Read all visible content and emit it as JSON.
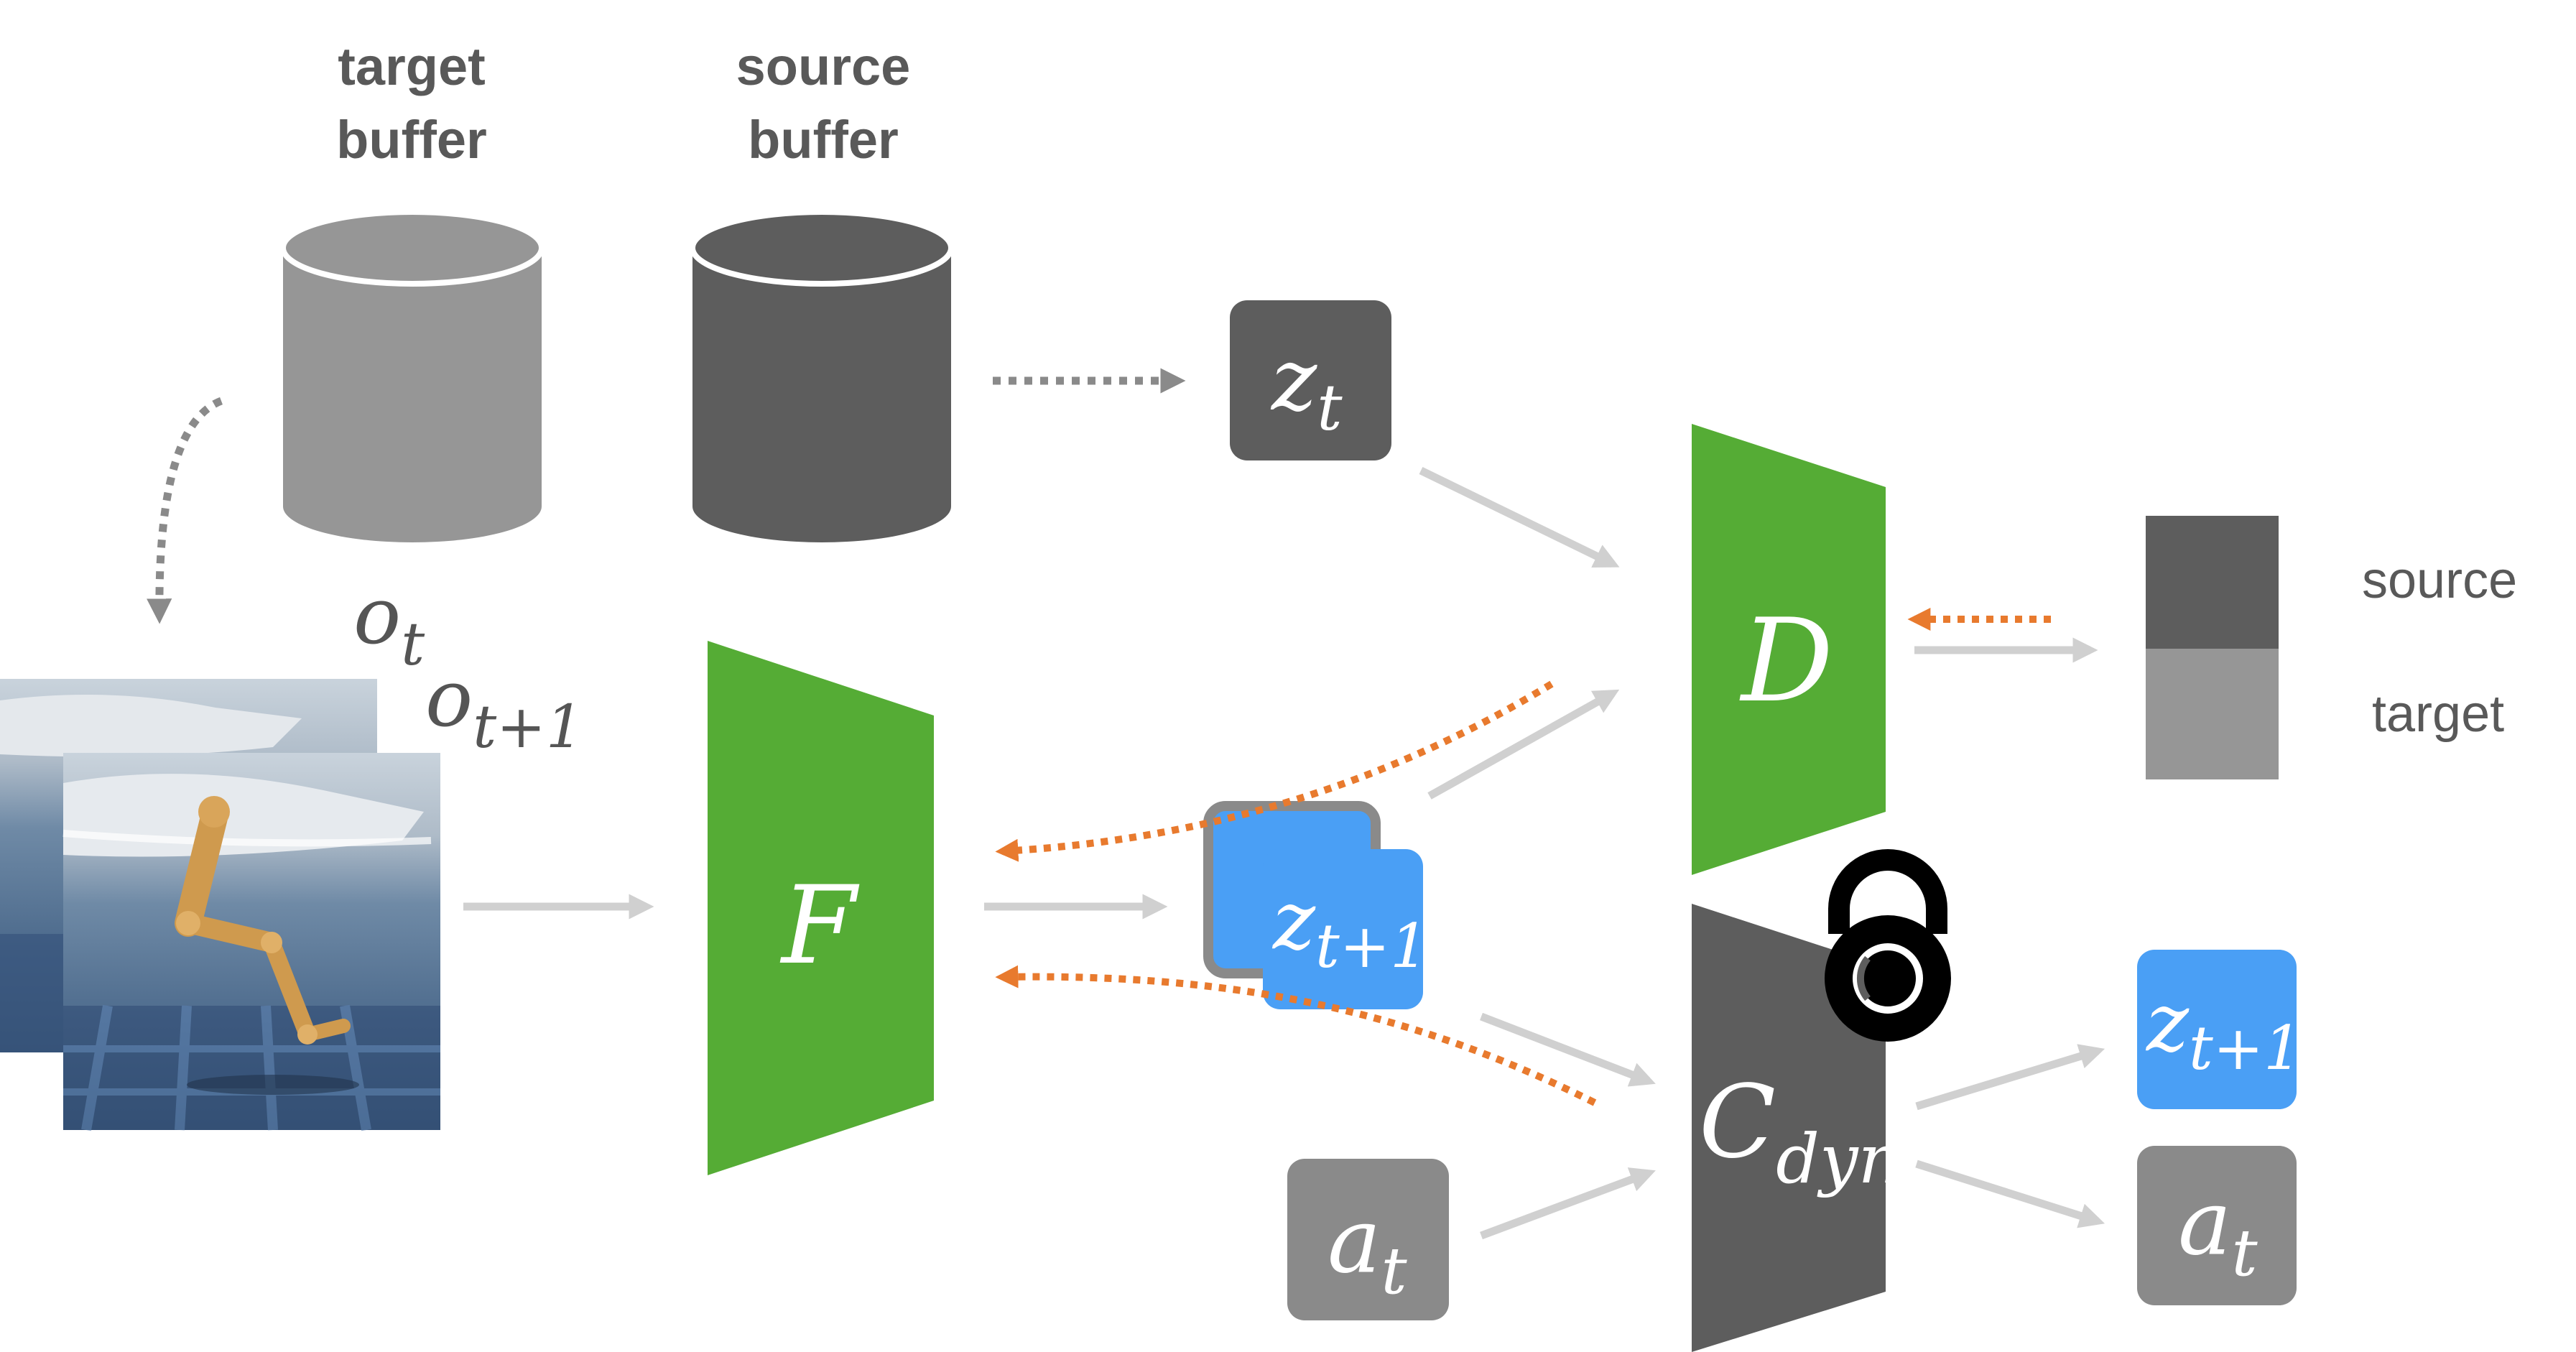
{
  "buffers": {
    "target": {
      "line1": "target",
      "line2": "buffer"
    },
    "source": {
      "line1": "source",
      "line2": "buffer"
    }
  },
  "observations": {
    "o_t": {
      "base": "o",
      "sub": "t"
    },
    "o_t1": {
      "base": "o",
      "sub": "t+1"
    }
  },
  "encoder": {
    "label": "F"
  },
  "discriminator": {
    "label": "D"
  },
  "dynamics": {
    "base": "C",
    "sub": "dyn"
  },
  "latents": {
    "z_t": {
      "base": "z",
      "sub": "t"
    },
    "z_t1_stack": {
      "base": "z",
      "sub": "t+1"
    },
    "z_t1_out": {
      "base": "z",
      "sub": "t+1"
    }
  },
  "actions": {
    "a_t_in": {
      "base": "a",
      "sub": "t"
    },
    "a_t_out": {
      "base": "a",
      "sub": "t"
    }
  },
  "legend": {
    "source": "source",
    "target": "target"
  },
  "colors": {
    "green": "#55AC35",
    "dark_gray": "#5D5D5D",
    "light_gray": "#969696",
    "mid_gray": "#8A8A8A",
    "blue": "#4A9FF5",
    "orange": "#E87A2E",
    "arrow_gray": "#D0D0D0",
    "label_gray": "#595959"
  },
  "icons": {
    "lock": "padlock-icon"
  }
}
